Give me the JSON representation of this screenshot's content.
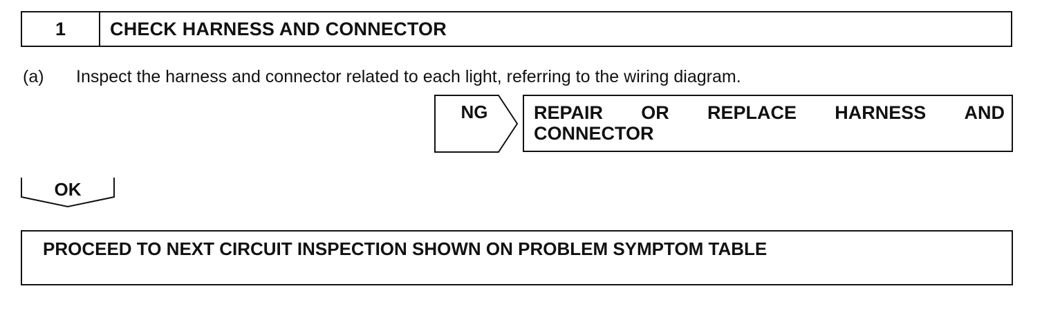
{
  "step": {
    "number": "1",
    "title": "CHECK HARNESS AND CONNECTOR"
  },
  "instruction": {
    "label": "(a)",
    "text": "Inspect the harness and connector related to each light, referring to the wiring diagram."
  },
  "ng_branch": {
    "label": "NG",
    "result_words": [
      "REPAIR",
      "OR",
      "REPLACE",
      "HARNESS",
      "AND"
    ],
    "result_line2": "CONNECTOR"
  },
  "ok_branch": {
    "label": "OK"
  },
  "next_step": {
    "text": "PROCEED TO NEXT CIRCUIT INSPECTION SHOWN ON PROBLEM SYMPTOM TABLE"
  }
}
